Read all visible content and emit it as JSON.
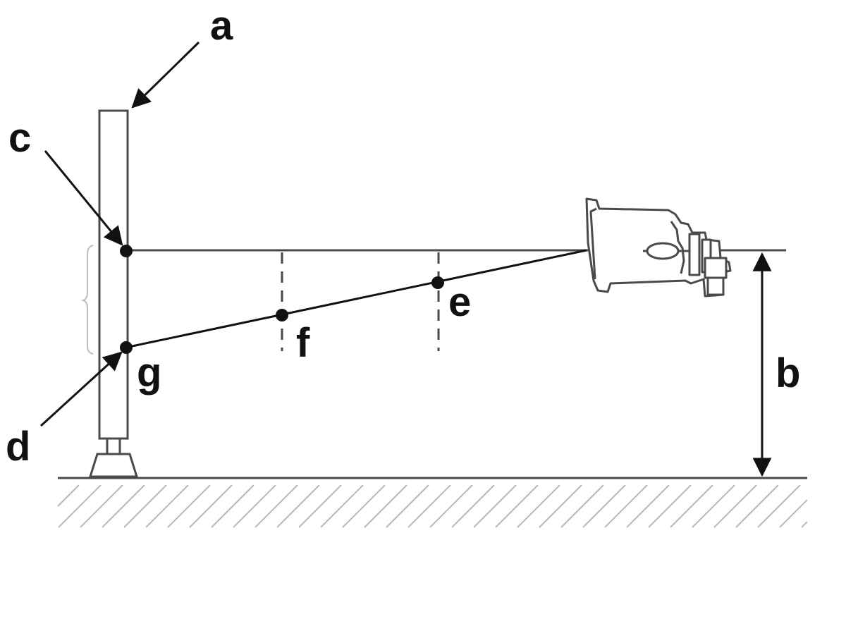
{
  "labels": {
    "a": "a",
    "b": "b",
    "c": "c",
    "d": "d",
    "e": "e",
    "f": "f",
    "g": "g"
  },
  "colors": {
    "line": "#4a4a4a",
    "arrow": "#111111",
    "hatch": "#b8b8b8",
    "background": "#ffffff"
  },
  "icons": {
    "headlamp": "headlamp-icon"
  }
}
